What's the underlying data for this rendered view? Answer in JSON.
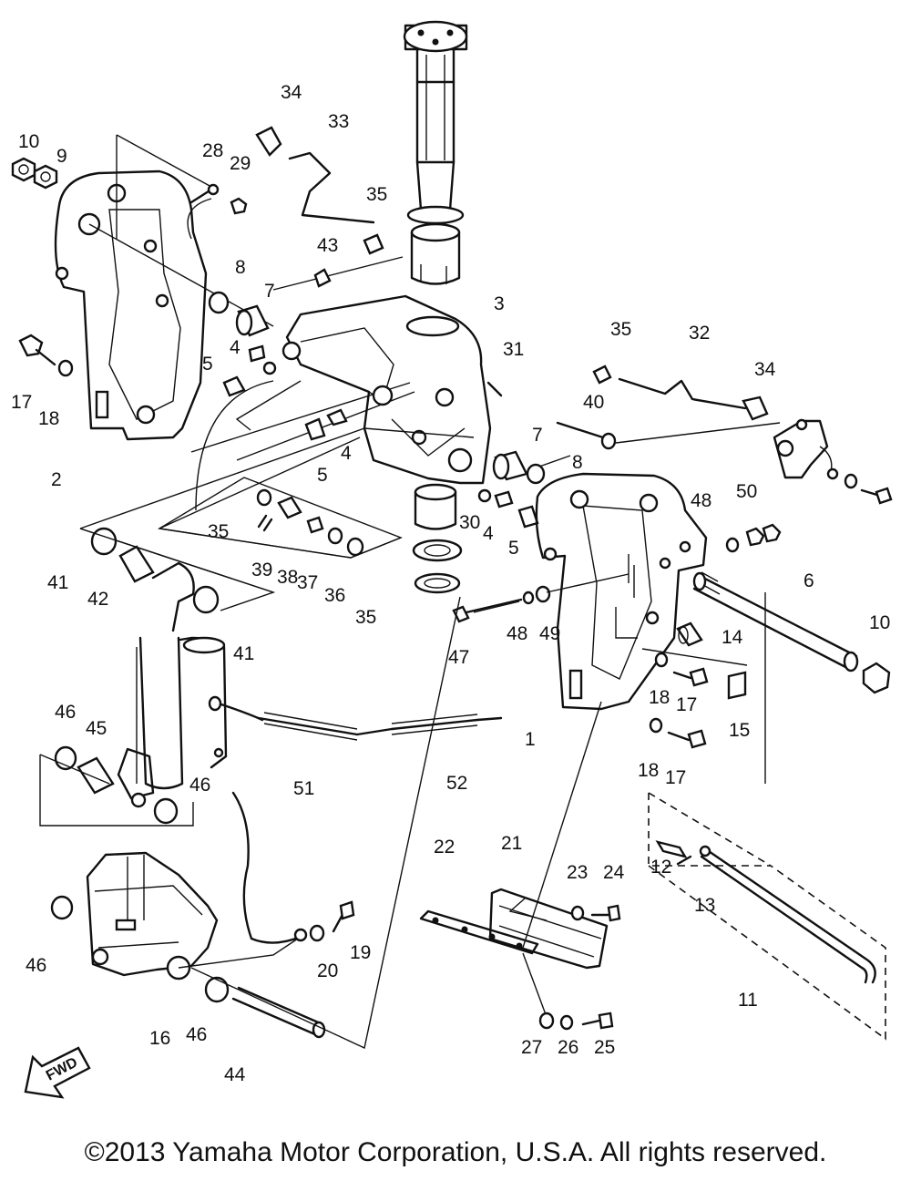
{
  "copyright": "©2013 Yamaha Motor Corporation, U.S.A. All rights reserved.",
  "fwd_label": "FWD",
  "callouts": [
    {
      "id": "c10a",
      "label": "10"
    },
    {
      "id": "c9",
      "label": "9"
    },
    {
      "id": "c2",
      "label": "2"
    },
    {
      "id": "c17a",
      "label": "17"
    },
    {
      "id": "c18a",
      "label": "18"
    },
    {
      "id": "c28",
      "label": "28"
    },
    {
      "id": "c29",
      "label": "29"
    },
    {
      "id": "c34a",
      "label": "34"
    },
    {
      "id": "c33",
      "label": "33"
    },
    {
      "id": "c35a",
      "label": "35"
    },
    {
      "id": "c43",
      "label": "43"
    },
    {
      "id": "c8a",
      "label": "8"
    },
    {
      "id": "c7a",
      "label": "7"
    },
    {
      "id": "c4a",
      "label": "4"
    },
    {
      "id": "c5a",
      "label": "5"
    },
    {
      "id": "c4b",
      "label": "4"
    },
    {
      "id": "c5b",
      "label": "5"
    },
    {
      "id": "c3",
      "label": "3"
    },
    {
      "id": "c31",
      "label": "31"
    },
    {
      "id": "c35b",
      "label": "35"
    },
    {
      "id": "c32",
      "label": "32"
    },
    {
      "id": "c34b",
      "label": "34"
    },
    {
      "id": "c40",
      "label": "40"
    },
    {
      "id": "c7b",
      "label": "7"
    },
    {
      "id": "c8b",
      "label": "8"
    },
    {
      "id": "c30",
      "label": "30"
    },
    {
      "id": "c4c",
      "label": "4"
    },
    {
      "id": "c5c",
      "label": "5"
    },
    {
      "id": "c48a",
      "label": "48"
    },
    {
      "id": "c50",
      "label": "50"
    },
    {
      "id": "c35c",
      "label": "35"
    },
    {
      "id": "c39",
      "label": "39"
    },
    {
      "id": "c38",
      "label": "38"
    },
    {
      "id": "c37",
      "label": "37"
    },
    {
      "id": "c36",
      "label": "36"
    },
    {
      "id": "c35d",
      "label": "35"
    },
    {
      "id": "c41a",
      "label": "41"
    },
    {
      "id": "c42",
      "label": "42"
    },
    {
      "id": "c41b",
      "label": "41"
    },
    {
      "id": "c6",
      "label": "6"
    },
    {
      "id": "c10b",
      "label": "10"
    },
    {
      "id": "c47",
      "label": "47"
    },
    {
      "id": "c48b",
      "label": "48"
    },
    {
      "id": "c49",
      "label": "49"
    },
    {
      "id": "c14",
      "label": "14"
    },
    {
      "id": "c18b",
      "label": "18"
    },
    {
      "id": "c17b",
      "label": "17"
    },
    {
      "id": "c15",
      "label": "15"
    },
    {
      "id": "c1",
      "label": "1"
    },
    {
      "id": "c18c",
      "label": "18"
    },
    {
      "id": "c17c",
      "label": "17"
    },
    {
      "id": "c46a",
      "label": "46"
    },
    {
      "id": "c45",
      "label": "45"
    },
    {
      "id": "c51",
      "label": "51"
    },
    {
      "id": "c52",
      "label": "52"
    },
    {
      "id": "c46b",
      "label": "46"
    },
    {
      "id": "c22",
      "label": "22"
    },
    {
      "id": "c21",
      "label": "21"
    },
    {
      "id": "c23",
      "label": "23"
    },
    {
      "id": "c24",
      "label": "24"
    },
    {
      "id": "c12",
      "label": "12"
    },
    {
      "id": "c13",
      "label": "13"
    },
    {
      "id": "c19",
      "label": "19"
    },
    {
      "id": "c20",
      "label": "20"
    },
    {
      "id": "c46c",
      "label": "46"
    },
    {
      "id": "c16",
      "label": "16"
    },
    {
      "id": "c46d",
      "label": "46"
    },
    {
      "id": "c44",
      "label": "44"
    },
    {
      "id": "c27",
      "label": "27"
    },
    {
      "id": "c26",
      "label": "26"
    },
    {
      "id": "c25",
      "label": "25"
    },
    {
      "id": "c11",
      "label": "11"
    }
  ]
}
